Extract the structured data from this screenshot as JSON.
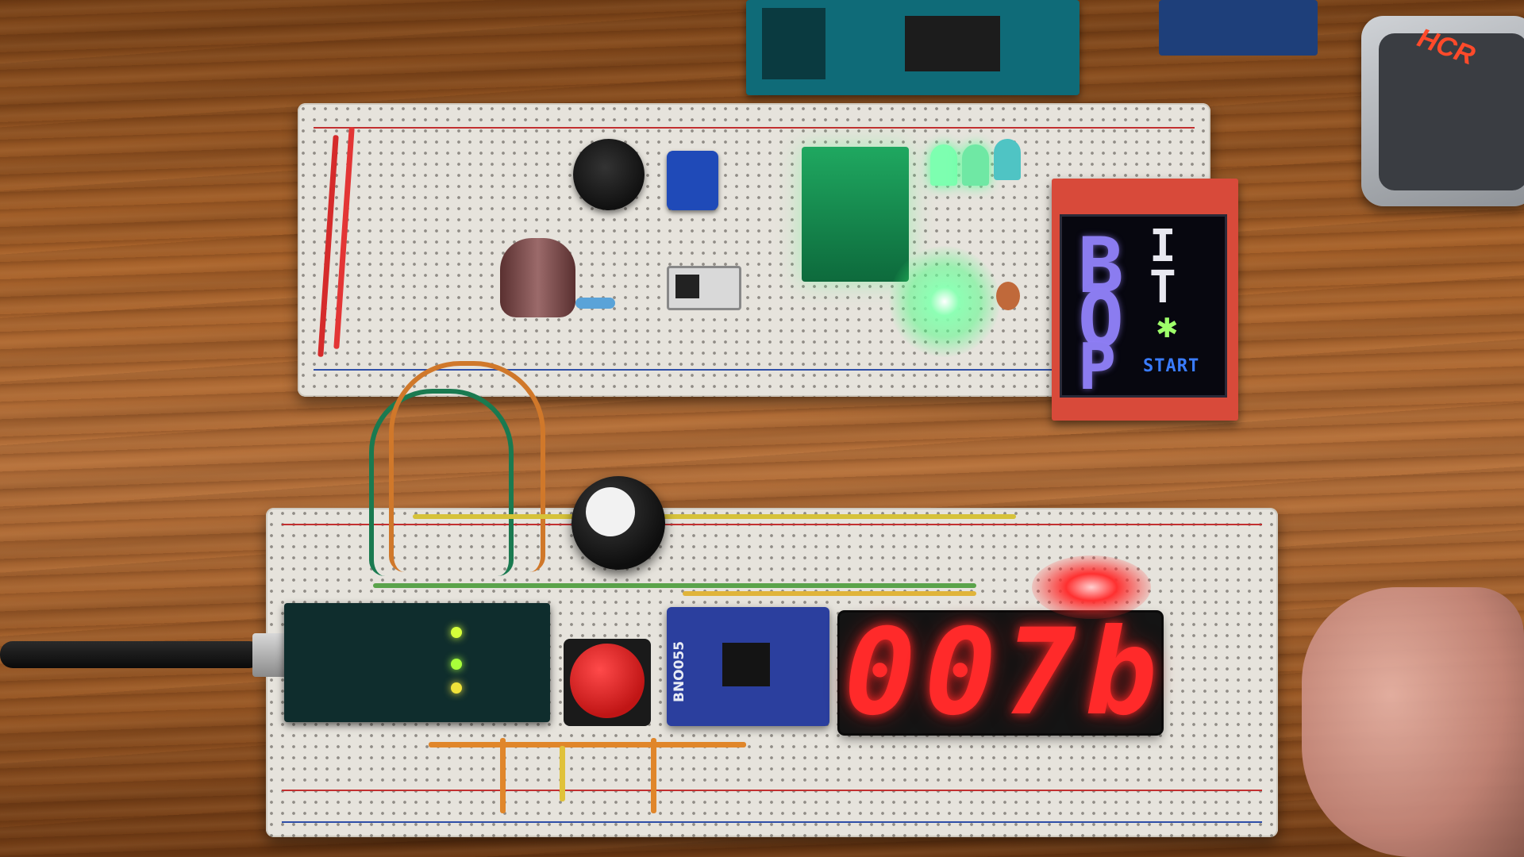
{
  "scene": {
    "description_colors": {
      "table_wood": "#a8622a",
      "breadboard": "#e6e3dc",
      "led_green": "#39ff6e",
      "led_red": "#ff2a2a",
      "tft_purple": "#8b7cf0",
      "tft_blue": "#3a7cff"
    }
  },
  "tft_display": {
    "title_letters": [
      "B",
      "O",
      "P"
    ],
    "sub_letters": [
      "I",
      "T"
    ],
    "start_text": "START"
  },
  "seven_segment": {
    "digits": [
      "0",
      "0",
      "7",
      "b"
    ]
  },
  "imu_board": {
    "chip_label": "BNO055"
  },
  "sticker": {
    "text": "HCR"
  }
}
